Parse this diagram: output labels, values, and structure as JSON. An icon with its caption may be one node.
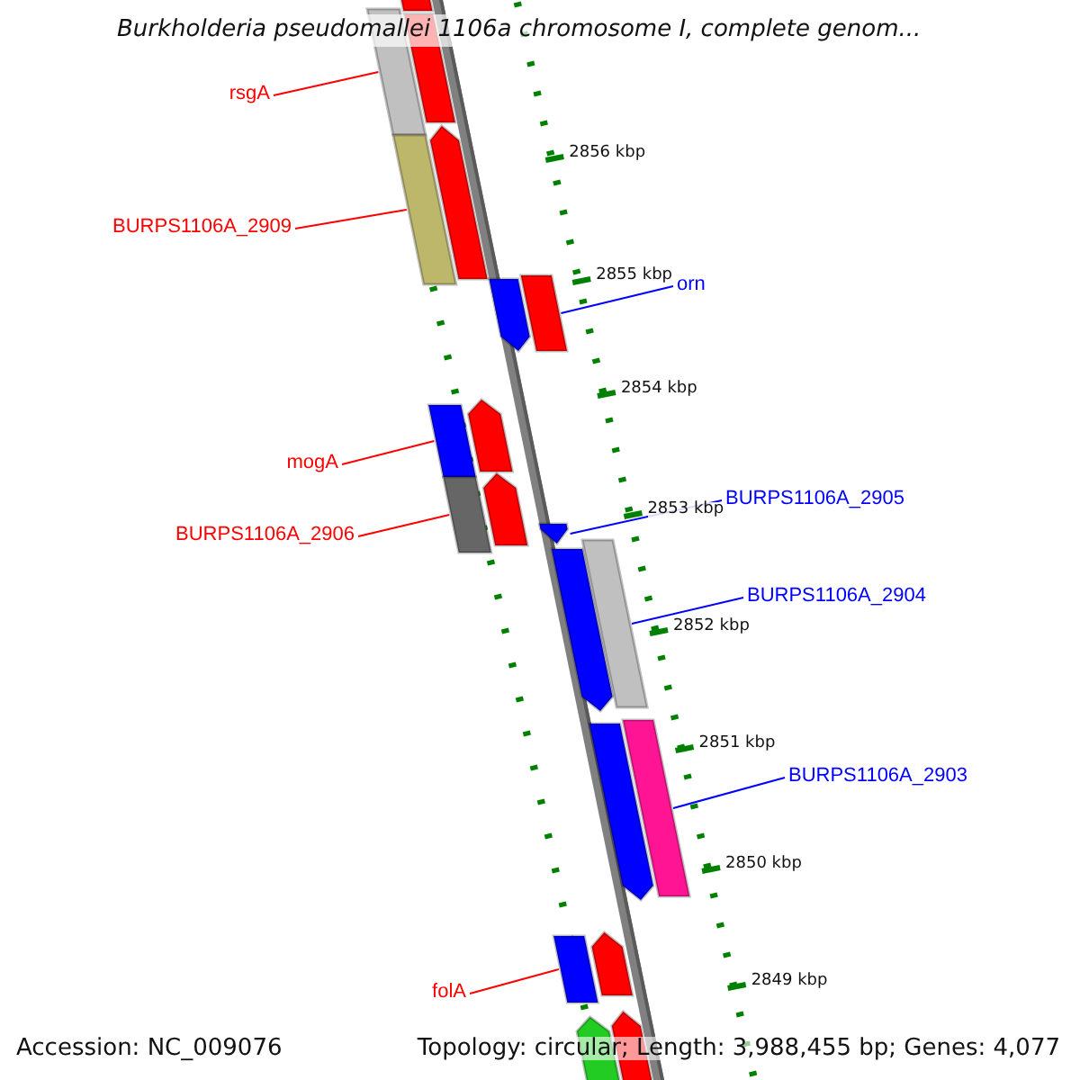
{
  "diagram": {
    "title": "Burkholderia pseudomallei 1106a chromosome I, complete genom...",
    "nodes": [
      {
        "text": [],
        "shape": "bar"
      },
      {
        "text": [],
        "shape": "bar"
      },
      {
        "text": [],
        "shape": "bar"
      },
      {
        "text": [
          "rsgA"
        ]
      },
      {
        "text": [],
        "shape": "bar"
      },
      {
        "text": [],
        "shape": "arrow"
      },
      {
        "text": [
          "BURPS1106A_2909"
        ]
      },
      {
        "text": [],
        "shape": "arrow"
      },
      {
        "text": [],
        "shape": "bar"
      },
      {
        "text": [
          "orn"
        ]
      },
      {
        "text": [],
        "shape": "bar"
      },
      {
        "text": [],
        "shape": "arrow"
      },
      {
        "text": [
          "mogA"
        ]
      },
      {
        "text": [],
        "shape": "bar"
      },
      {
        "text": [],
        "shape": "arrow"
      },
      {
        "text": [
          "BURPS1106A_2906"
        ]
      },
      {
        "text": [
          "BURPS1106A_2905"
        ]
      },
      {
        "text": [],
        "shape": "arrow"
      },
      {
        "text": [],
        "shape": "arrow"
      },
      {
        "text": [],
        "shape": "bar"
      },
      {
        "text": [
          "BURPS1106A_2904"
        ]
      },
      {
        "text": [],
        "shape": "arrow"
      },
      {
        "text": [],
        "shape": "bar"
      },
      {
        "text": [
          "BURPS1106A_2903"
        ]
      },
      {
        "text": [],
        "shape": "bar"
      },
      {
        "text": [],
        "shape": "arrow"
      },
      {
        "text": [
          "folA"
        ]
      },
      {
        "text": [],
        "shape": "arrow"
      },
      {
        "text": [],
        "shape": "arrow"
      }
    ],
    "edges": [
      {
        "from": 3,
        "to": 1,
        "arrow": "none"
      },
      {
        "from": 6,
        "to": 4,
        "arrow": "none"
      },
      {
        "from": 9,
        "to": 8,
        "arrow": "none",
        "color": "#0000ff"
      },
      {
        "from": 12,
        "to": 10,
        "arrow": "none"
      },
      {
        "from": 15,
        "to": 13,
        "arrow": "none"
      },
      {
        "from": 16,
        "to": 17,
        "arrow": "none",
        "color": "#0000ff"
      },
      {
        "from": 20,
        "to": 19,
        "arrow": "none",
        "color": "#0000ff"
      },
      {
        "from": 23,
        "to": 22,
        "arrow": "none",
        "color": "#0000ff"
      },
      {
        "from": 26,
        "to": 24,
        "arrow": "none"
      }
    ],
    "labels": [
      "2856 kbp",
      "2855 kbp",
      "2854 kbp",
      "2853 kbp",
      "2852 kbp",
      "2851 kbp",
      "2850 kbp",
      "2849 kbp",
      "Accession: NC_009076",
      "Topology: circular; Length: 3,988,455 bp; Genes: 4,077"
    ]
  }
}
